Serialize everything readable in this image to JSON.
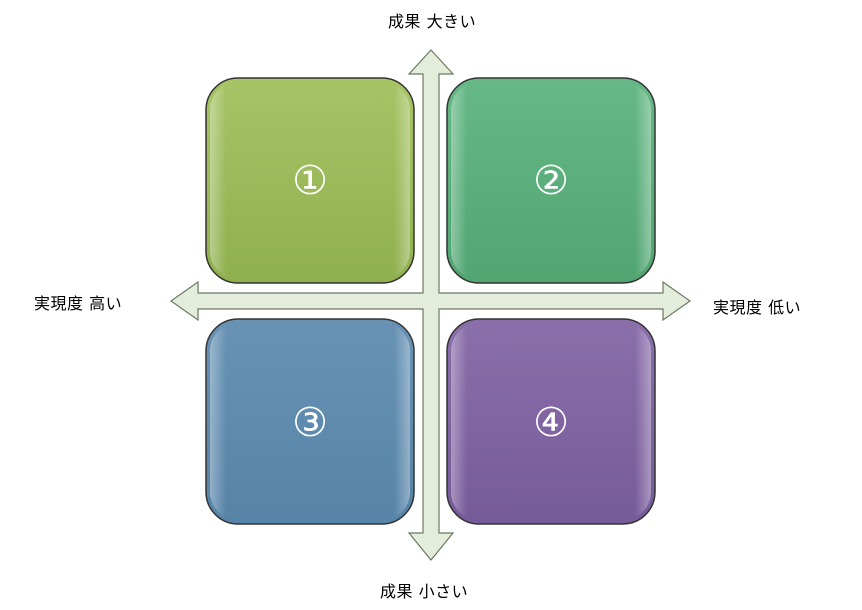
{
  "axes": {
    "top": "成果  大きい",
    "bottom": "成果  小さい",
    "left": "実現度  高い",
    "right": "実現度  低い"
  },
  "quadrants": [
    {
      "label": "①",
      "fill": "#9bbb59",
      "fill_dark": "#87a548",
      "border": "#3a3a3a"
    },
    {
      "label": "②",
      "fill": "#5bb07b",
      "fill_dark": "#4a9a68",
      "border": "#3a3a3a"
    },
    {
      "label": "③",
      "fill": "#5f8bae",
      "fill_dark": "#517b9c",
      "border": "#3a3a3a"
    },
    {
      "label": "④",
      "fill": "#8064a2",
      "fill_dark": "#6f5590",
      "border": "#3a3a3a"
    }
  ],
  "arrow": {
    "fill": "#e4ecdc",
    "stroke": "#6b7a64"
  }
}
